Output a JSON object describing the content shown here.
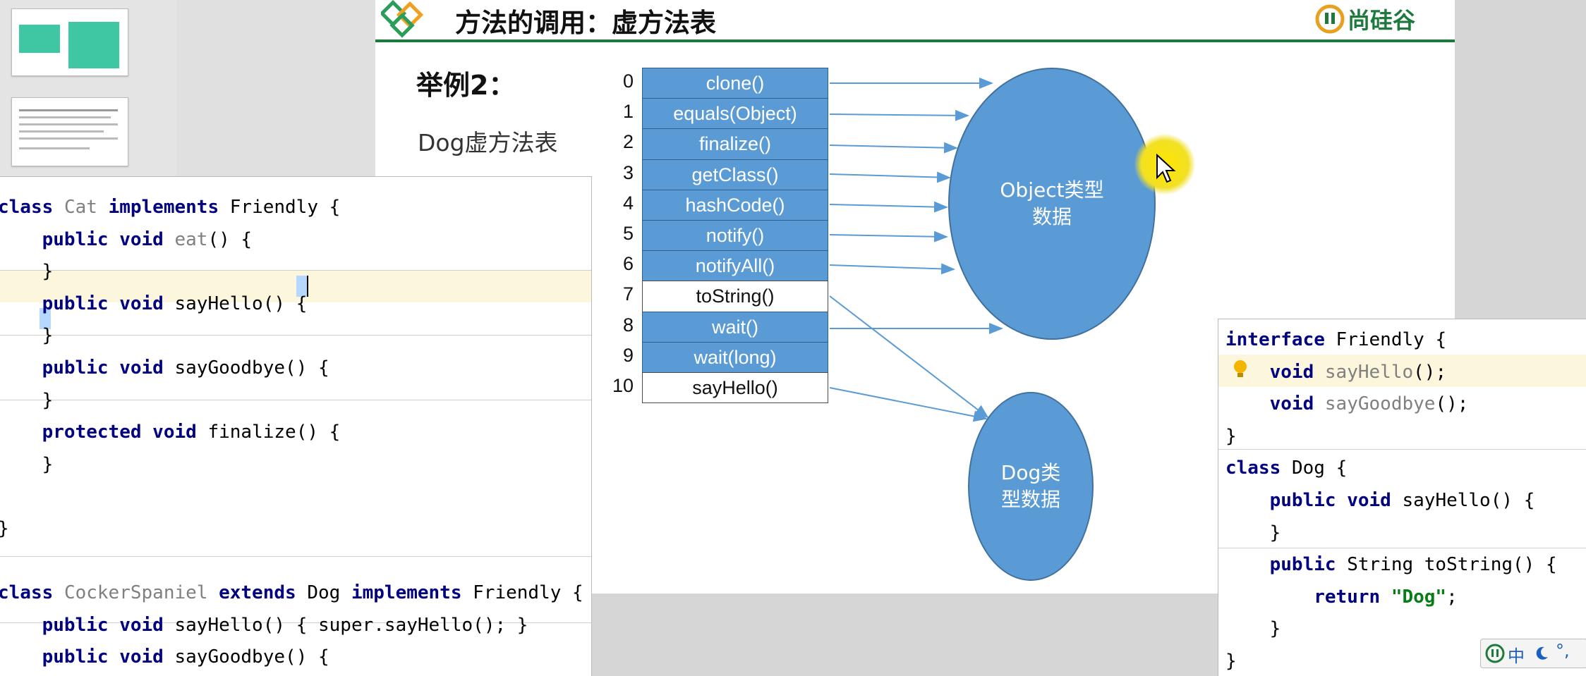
{
  "slide": {
    "title": "方法的调用：虚方法表",
    "brand": "尚硅谷",
    "example_label": "举例2：",
    "vtable_label": "Dog虚方法表",
    "vtable": [
      {
        "index": "0",
        "method": "clone()",
        "style": "blue"
      },
      {
        "index": "1",
        "method": "equals(Object)",
        "style": "blue"
      },
      {
        "index": "2",
        "method": "finalize()",
        "style": "blue"
      },
      {
        "index": "3",
        "method": "getClass()",
        "style": "blue"
      },
      {
        "index": "4",
        "method": "hashCode()",
        "style": "blue"
      },
      {
        "index": "5",
        "method": "notify()",
        "style": "blue"
      },
      {
        "index": "6",
        "method": "notifyAll()",
        "style": "blue"
      },
      {
        "index": "7",
        "method": "toString()",
        "style": "white"
      },
      {
        "index": "8",
        "method": "wait()",
        "style": "blue"
      },
      {
        "index": "9",
        "method": "wait(long)",
        "style": "blue"
      },
      {
        "index": "10",
        "method": "sayHello()",
        "style": "white"
      }
    ],
    "object_ellipse_label": "Object类型\n数据",
    "dog_ellipse_label": "Dog类\n型数据"
  },
  "left_code": {
    "lines": [
      "class Cat implements Friendly {",
      "    public void eat() {",
      "    }",
      "    public void sayHello() {",
      "    }",
      "    public void sayGoodbye() {",
      "    }",
      "    protected void finalize() {",
      "    }",
      "",
      "}",
      "",
      "class CockerSpaniel extends Dog implements Friendly {",
      "    public void sayHello() { super.sayHello(); }",
      "    public void sayGoodbye() {",
      "    }"
    ]
  },
  "right_code": {
    "lines": [
      "interface Friendly {",
      "    void sayHello();",
      "    void sayGoodbye();",
      "}",
      "class Dog {",
      "    public void sayHello() {",
      "    }",
      "    public String toString() {",
      "        return \"Dog\";",
      "    }",
      "}"
    ]
  },
  "ime": {
    "label": "中"
  },
  "colors": {
    "accent_green": "#1e7a3c",
    "cell_blue": "#5b9bd5",
    "highlight_row": "#fcf6dc"
  }
}
